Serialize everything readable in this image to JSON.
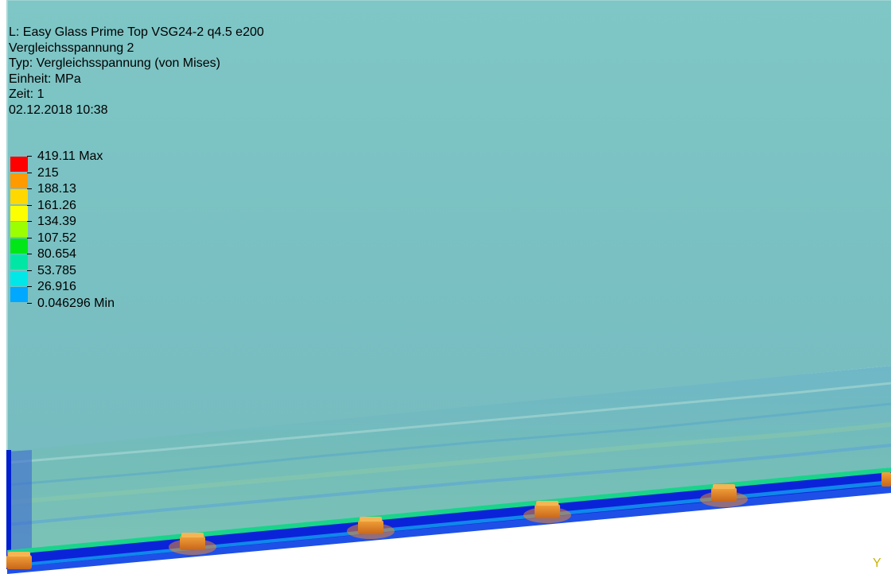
{
  "info": {
    "title": "L: Easy Glass Prime Top VSG24-2 q4.5 e200",
    "result": "Vergleichsspannung 2",
    "type": "Typ: Vergleichsspannung (von Mises)",
    "unit": "Einheit: MPa",
    "time": "Zeit: 1",
    "date": "02.12.2018 10:38"
  },
  "legend": {
    "entries": [
      {
        "label": "419.11 Max",
        "color": "#ff0000"
      },
      {
        "label": "215",
        "color": "#ff9a00"
      },
      {
        "label": "188.13",
        "color": "#ffd800"
      },
      {
        "label": "161.26",
        "color": "#fcff00"
      },
      {
        "label": "134.39",
        "color": "#9cff00"
      },
      {
        "label": "107.52",
        "color": "#00e616"
      },
      {
        "label": "80.654",
        "color": "#00e6a4"
      },
      {
        "label": "53.785",
        "color": "#00e7e7"
      },
      {
        "label": "26.916",
        "color": "#00a8ff"
      },
      {
        "label": "0.046296 Min",
        "color": "#0000ff"
      }
    ]
  },
  "axis": {
    "y_label": "Y"
  },
  "colors": {
    "glass": "#7ec4c4",
    "glass_edge": "#9fd3d3",
    "low_stress": "#0000ff",
    "mid_stress": "#00a8ff",
    "clamp": "#e08a1a"
  }
}
